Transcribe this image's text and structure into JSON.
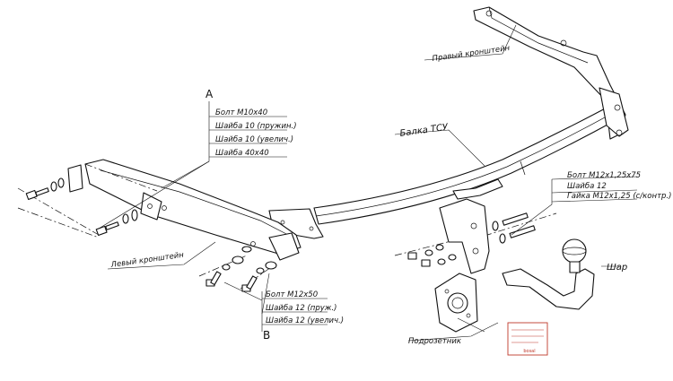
{
  "labels": {
    "right_bracket": "Правый кронштейн",
    "tow_beam": "Балка ТСУ",
    "left_bracket": "Левый кронштейн",
    "ball": "Шар",
    "socket_bracket": "Подрозетник"
  },
  "group_a": {
    "letter": "A",
    "items": [
      "Болт М10х40",
      "Шайба 10 (пружин.)",
      "Шайба 10 (увелич.)",
      "Шайба 40х40"
    ]
  },
  "group_b": {
    "letter": "B",
    "items": [
      "Болт М12х50",
      "Шайба 12 (пруж.)",
      "Шайба 12 (увелич.)"
    ]
  },
  "group_c": {
    "items": [
      "Болт М12х1,25х75",
      "Шайба 12",
      "Гайка М12х1,25 (с/контр.)"
    ]
  },
  "logo": {
    "text": "bosal"
  },
  "colors": {
    "line": "#111111",
    "plate_red": "#c0392b"
  }
}
